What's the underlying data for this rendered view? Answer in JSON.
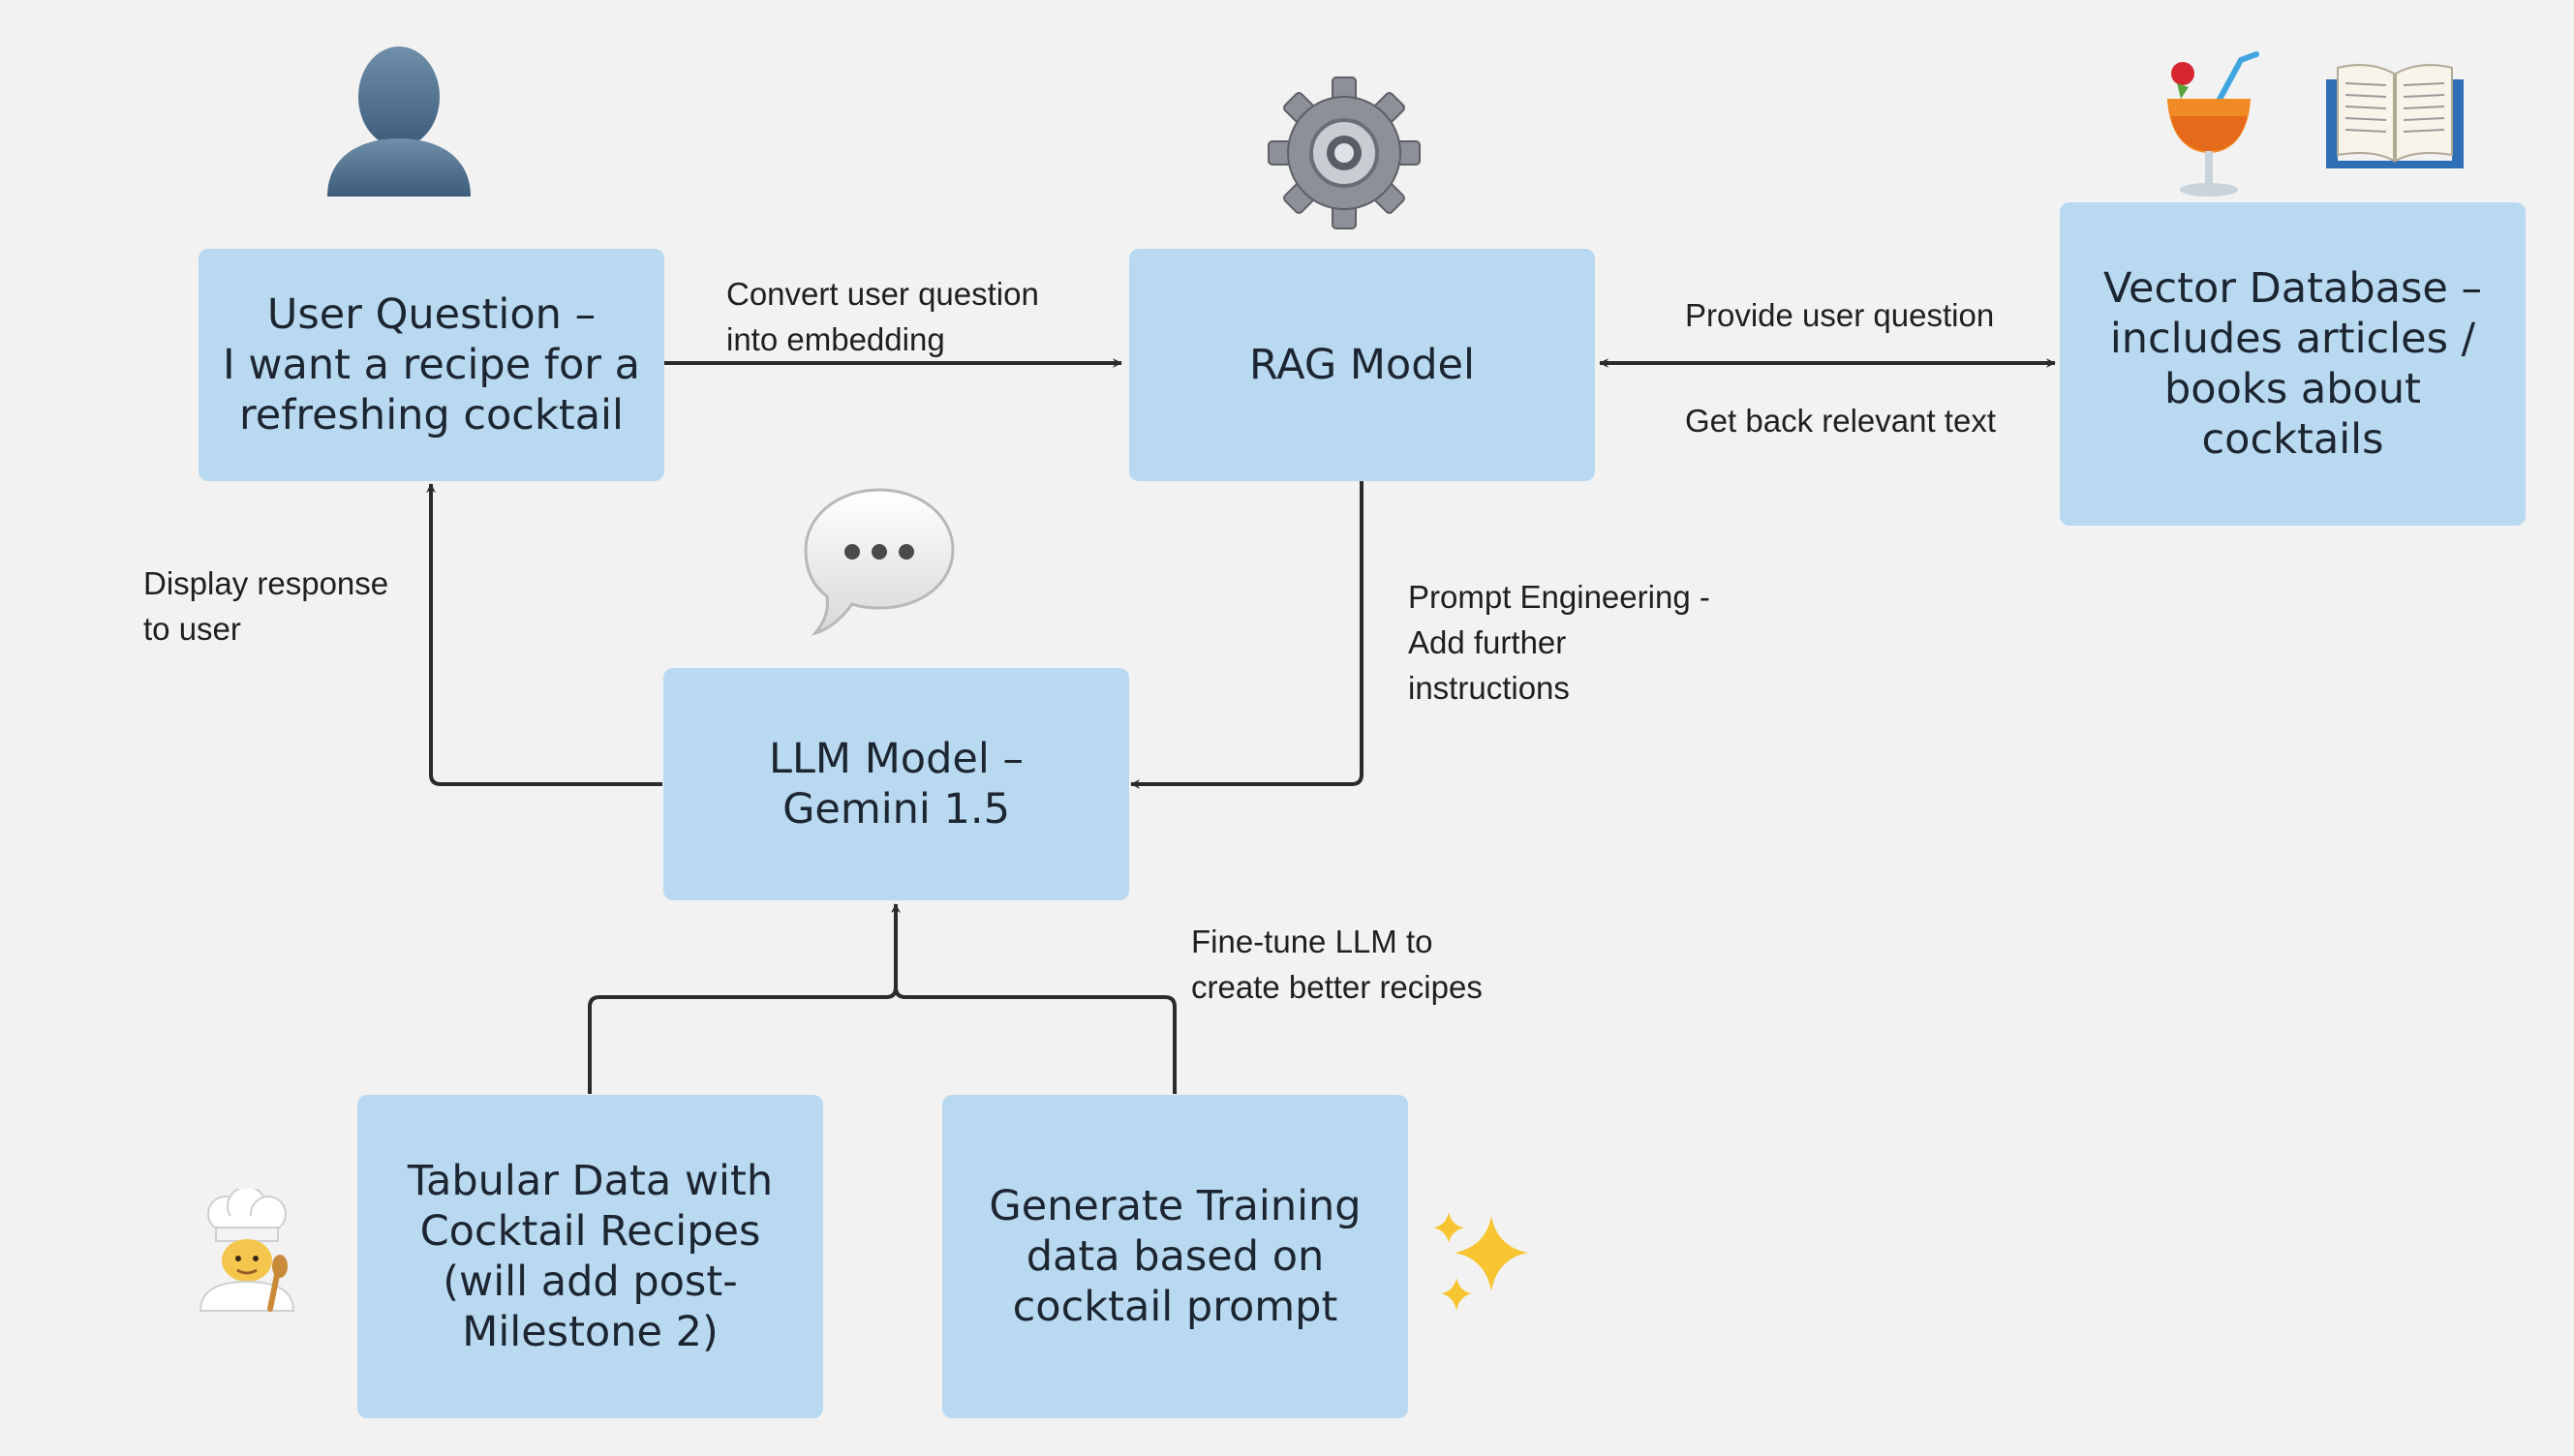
{
  "diagram": {
    "nodes": {
      "user_question": "User Question –\nI want a recipe for a\nrefreshing cocktail",
      "rag_model": "RAG Model",
      "vector_db": "Vector Database –\nincludes articles /\nbooks about\ncocktails",
      "llm_model": "LLM Model –\nGemini 1.5",
      "tabular_data": "Tabular Data with\nCocktail Recipes\n(will add post-\nMilestone 2)",
      "training_data": "Generate Training\ndata based on\ncocktail prompt"
    },
    "edge_labels": {
      "convert_question": "Convert user question\ninto embedding",
      "provide_question": "Provide user question",
      "get_back_text": "Get back relevant text",
      "prompt_engineering": "Prompt Engineering -\nAdd further\ninstructions",
      "display_response": "Display response\nto user",
      "fine_tune": "Fine-tune LLM to\ncreate better recipes"
    },
    "icons": [
      "person-icon",
      "gear-icon",
      "cocktail-icon",
      "book-icon",
      "speech-bubble-icon",
      "chef-icon",
      "sparkles-icon"
    ],
    "colors": {
      "node_fill": "#b9d9f1",
      "background": "#f2f2f2",
      "connector": "#2b2b2b"
    }
  }
}
